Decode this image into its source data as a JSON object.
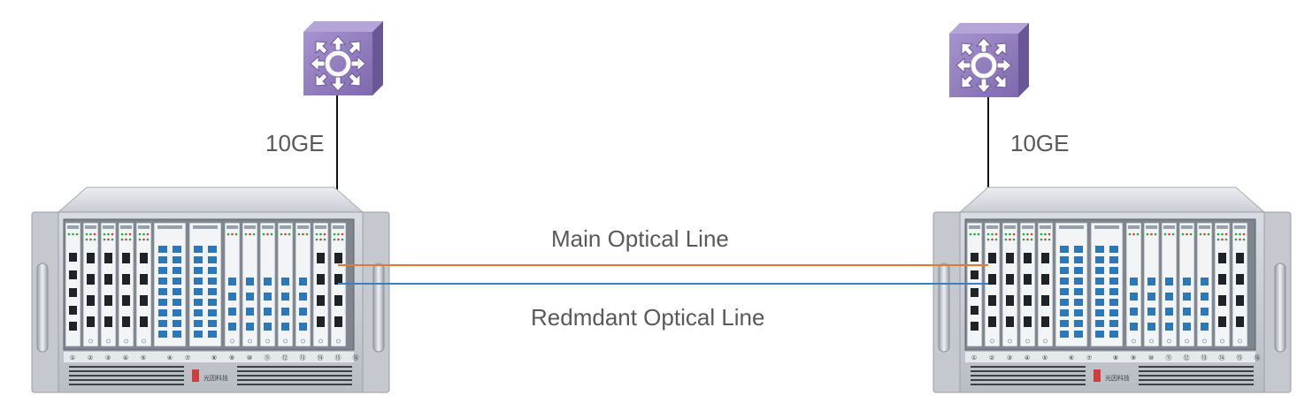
{
  "labels": {
    "left_link": "10GE",
    "right_link": "10GE",
    "main_line": "Main Optical Line",
    "redundant_line": "Redmdant Optical Line"
  },
  "colors": {
    "main_line": "#e07a2e",
    "redundant_line": "#3a7fc1",
    "link": "#111111",
    "router_face": "#8f7ab9",
    "chassis": "#cfd2d8"
  },
  "chassis": {
    "slot_numbers": [
      "①",
      "②",
      "③",
      "④",
      "⑤",
      "⑥",
      "⑦",
      "⑧",
      "⑨",
      "⑩",
      "⑪",
      "⑫",
      "⑬",
      "⑭",
      "⑮",
      "⑯"
    ],
    "brand": "光因科技"
  },
  "icons": {
    "router": "router-icon",
    "chassis": "dwdm-chassis-icon"
  }
}
